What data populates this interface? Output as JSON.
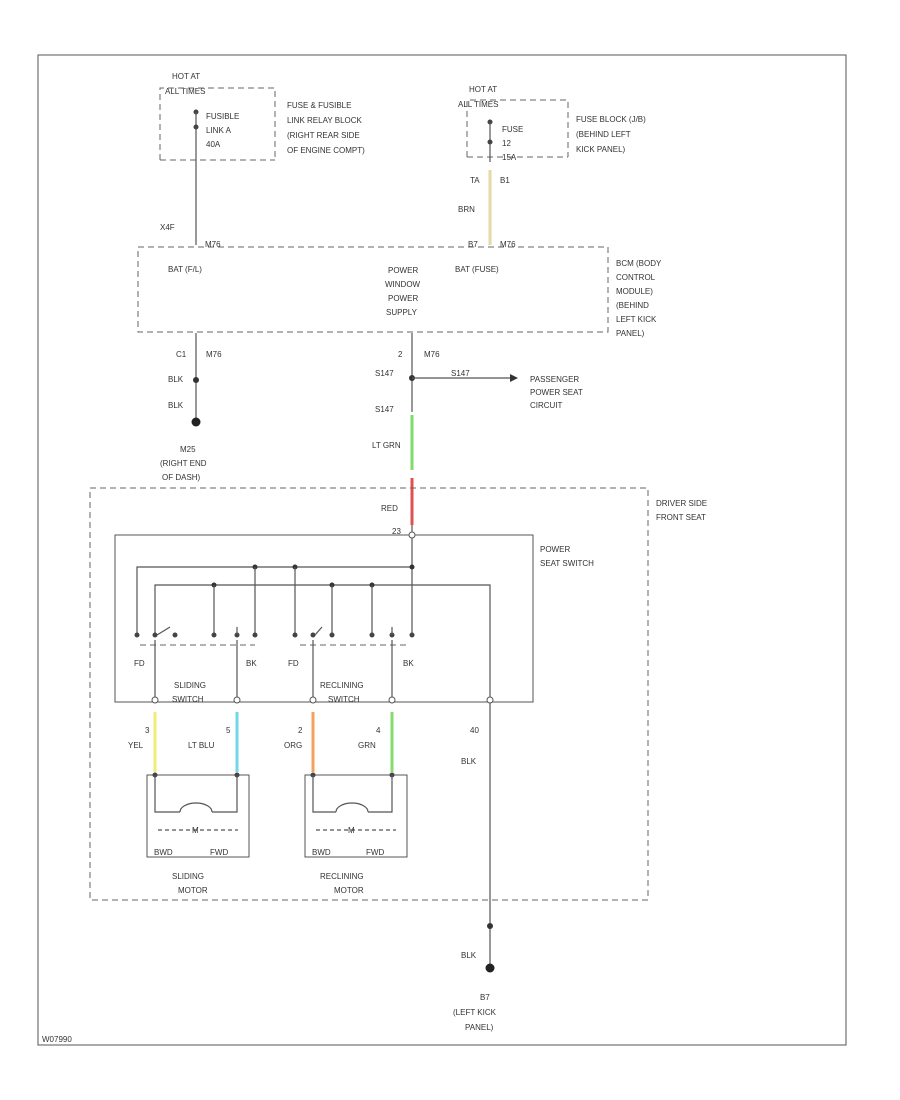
{
  "colors": {
    "wire_tan_brn": "#e6d9a8",
    "wire_lt_grn": "#7ddc6a",
    "wire_red": "#e05050",
    "wire_yel": "#f2ea7a",
    "wire_lt_blu": "#72d8e8",
    "wire_org": "#f2a25c",
    "wire_grn": "#86dc6e"
  },
  "top_left": {
    "hot_at": "HOT AT",
    "all_times": "ALL TIMES",
    "fusible_link": [
      "FUSIBLE",
      "LINK A",
      "40A"
    ],
    "location": [
      "FUSE & FUSIBLE",
      "LINK RELAY BLOCK",
      "(RIGHT REAR SIDE",
      "OF ENGINE COMPT)"
    ]
  },
  "top_right": {
    "hot_at": "HOT AT",
    "all_times": "ALL TIMES",
    "fuse": [
      "FUSE",
      "12",
      "15A"
    ],
    "location": [
      "FUSE BLOCK (J/B)",
      "(BEHIND LEFT",
      "KICK PANEL)"
    ],
    "wire_ta": "TA",
    "wire_b1": "B1",
    "wire_color": "BRN"
  },
  "bcm": {
    "left_conn": "X4F",
    "left_pin": "M76",
    "left_label": "BAT (F/L)",
    "right_conn": "B7",
    "right_pin": "M76",
    "right_label": "BAT (FUSE)",
    "center_label": [
      "POWER",
      "WINDOW",
      "POWER",
      "SUPPLY"
    ],
    "location": [
      "BCM (BODY",
      "CONTROL",
      "MODULE)",
      "(BEHIND",
      "LEFT KICK",
      "PANEL)"
    ],
    "ground_pin": "C1",
    "ground_conn": "M76",
    "out_pin": "2",
    "out_conn": "M76"
  },
  "ground_left": {
    "wire1": "BLK",
    "wire2": "BLK",
    "ground_label": [
      "M25",
      "(RIGHT END",
      "OF DASH)"
    ]
  },
  "splice": {
    "splice_id": "S147",
    "splice_out": "S147",
    "splice_in": "S147",
    "passenger": [
      "PASSENGER",
      "POWER SEAT",
      "CIRCUIT"
    ],
    "wire_ltgrn": "LT GRN",
    "wire_red": "RED"
  },
  "driver_seat": {
    "location": [
      "DRIVER SIDE",
      "FRONT SEAT"
    ],
    "switch_label": [
      "POWER",
      "SEAT SWITCH"
    ],
    "input_pin": "23",
    "sliding_switch": [
      "SLIDING",
      "SWITCH"
    ],
    "reclining_switch": [
      "RECLINING",
      "SWITCH"
    ],
    "fd1": "FD",
    "bk1": "BK",
    "fd2": "FD",
    "bk2": "BK",
    "pins": [
      "3",
      "5",
      "2",
      "4",
      "40"
    ],
    "wires": [
      "YEL",
      "LT BLU",
      "ORG",
      "GRN",
      "BLK"
    ],
    "motor_symbol": "M",
    "bwd": "BWD",
    "fwd": "FWD",
    "sliding_motor": [
      "SLIDING",
      "MOTOR"
    ],
    "reclining_motor": [
      "RECLINING",
      "MOTOR"
    ]
  },
  "ground_bottom": {
    "wire": "BLK",
    "ground_label": [
      "B7",
      "(LEFT KICK",
      "PANEL)"
    ]
  },
  "footer": "W07990"
}
